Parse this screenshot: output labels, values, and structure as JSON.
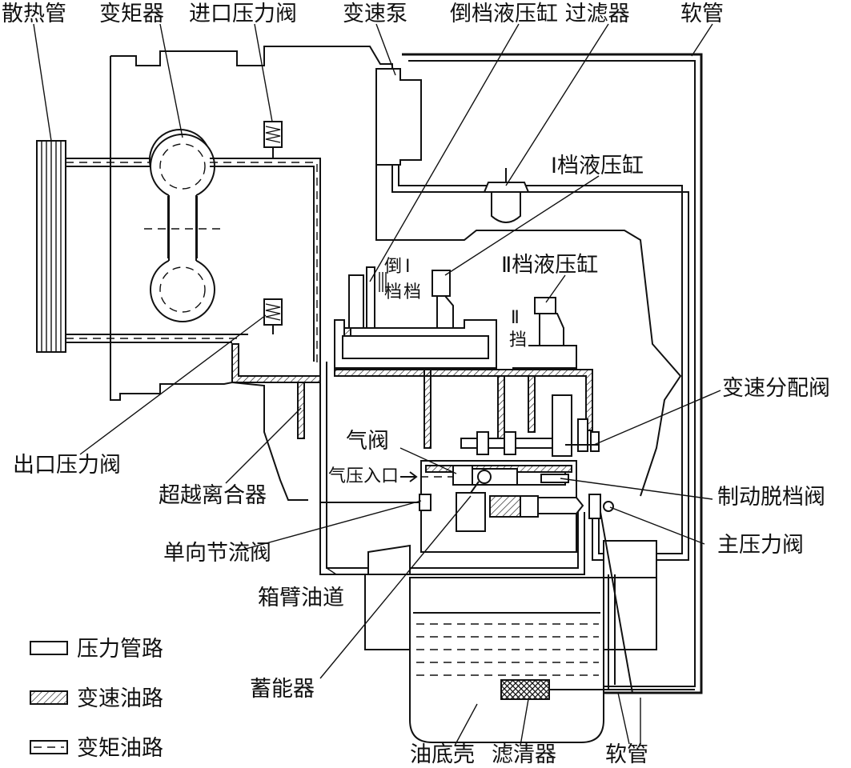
{
  "labels": {
    "radiator_pipe": "散热管",
    "torque_converter": "变矩器",
    "inlet_pressure_valve": "进口压力阀",
    "speed_pump": "变速泵",
    "reverse_cylinder_filter": "倒档液压缸 过滤器",
    "hose_top": "软管",
    "gear1_cylinder": "Ⅰ档液压缸",
    "gear2_cylinder": "Ⅱ档液压缸",
    "reverse_short": "倒",
    "gear1_short": "Ⅰ",
    "gear_word_a": "档",
    "gear_word_b": "档",
    "gear2_short": "Ⅱ",
    "gear2_word": "挡",
    "shift_distribution_valve": "变速分配阀",
    "air_valve": "气阀",
    "air_inlet": "气压入口",
    "brake_disengage_valve": "制动脱档阀",
    "main_pressure_valve": "主压力阀",
    "outlet_pressure_valve": "出口压力阀",
    "overrun_clutch": "超越离合器",
    "one_way_throttle_valve": "单向节流阀",
    "box_arm_oil_passage": "箱臂油道",
    "accumulator": "蓄能器",
    "oil_pan": "油底壳",
    "filter": "滤清器",
    "hose_bottom": "软管"
  },
  "legend": [
    {
      "label": "压力管路",
      "pattern": "blank"
    },
    {
      "label": "变速油路",
      "pattern": "hatch"
    },
    {
      "label": "变矩油路",
      "pattern": "dashed"
    }
  ]
}
